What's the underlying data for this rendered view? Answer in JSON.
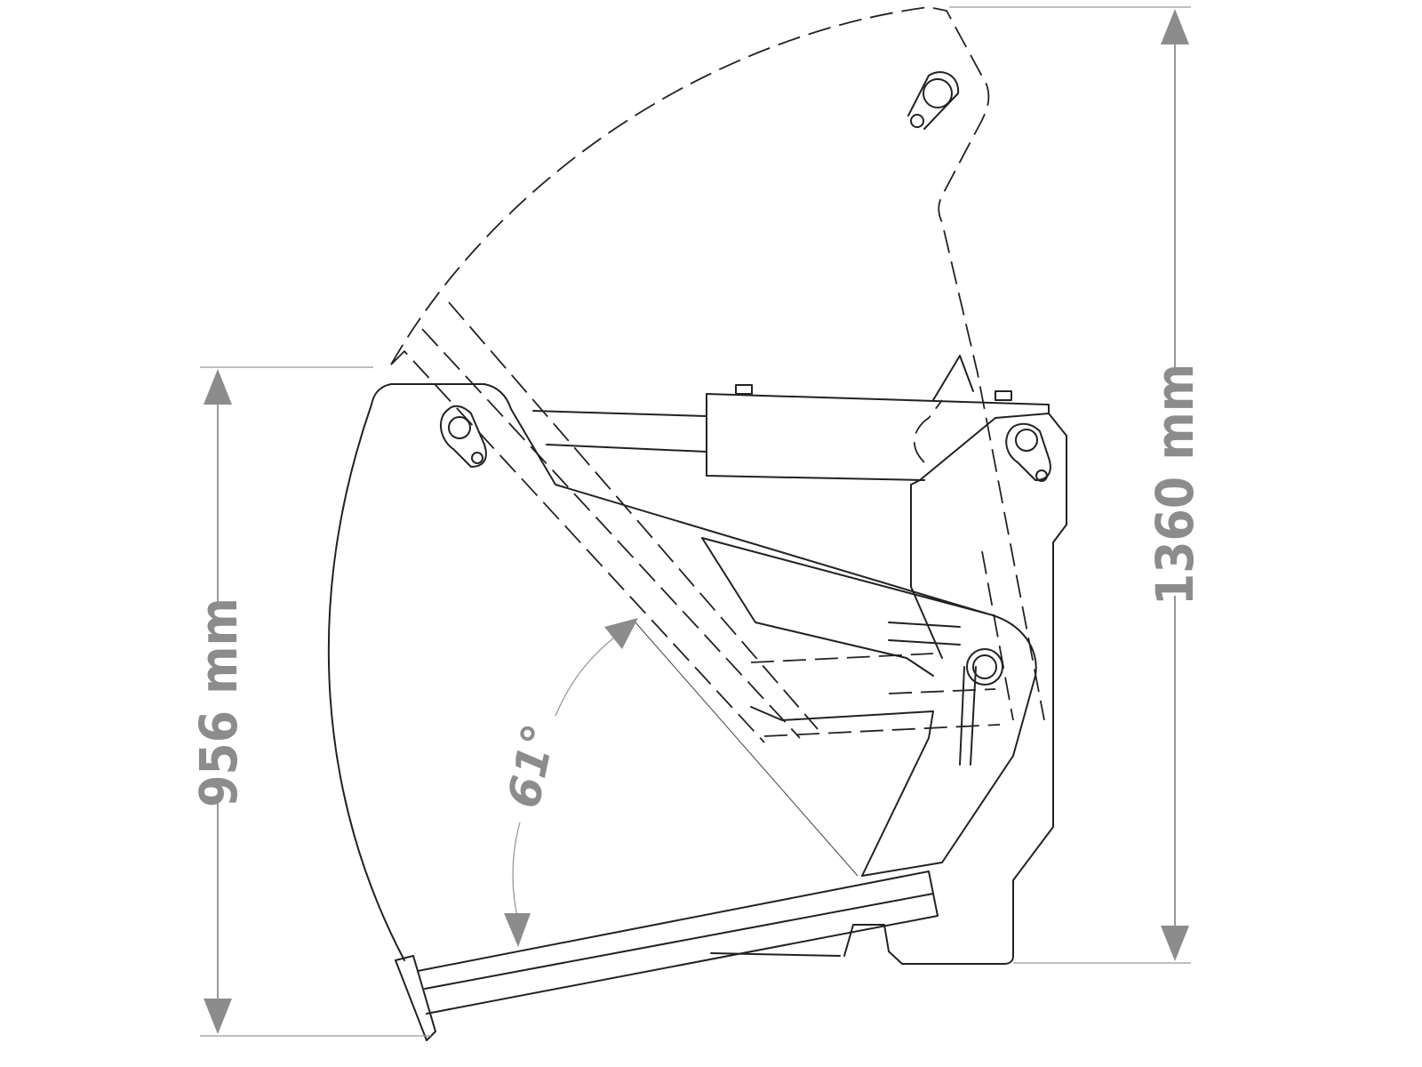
{
  "dimensions": {
    "total_height": "1360 mm",
    "bucket_height": "956 mm",
    "opening_angle": "61°"
  },
  "colors": {
    "line": "#222222",
    "dimension": "#8c8c8c"
  }
}
